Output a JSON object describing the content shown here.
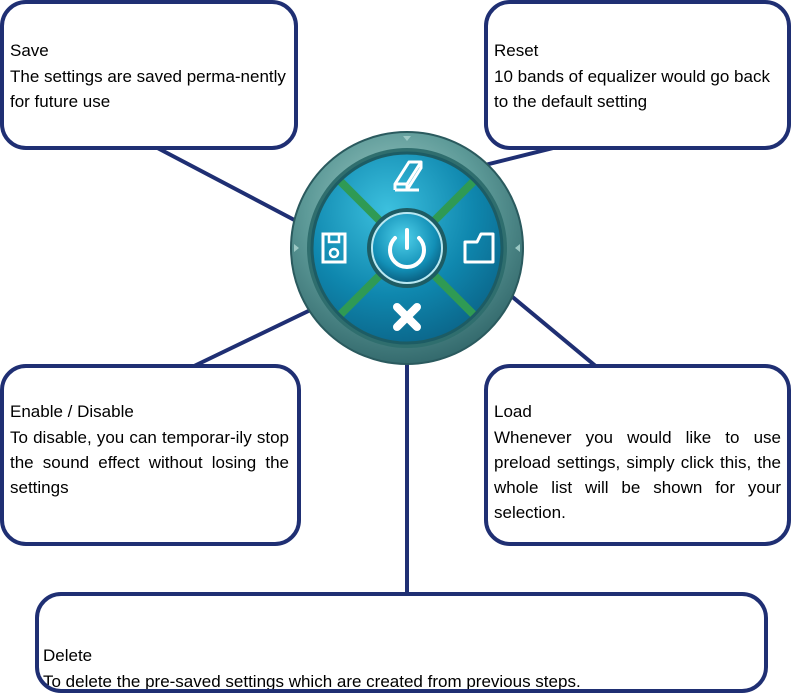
{
  "callouts": {
    "save": {
      "title": "Save",
      "description": "The settings are saved perma-nently for future use"
    },
    "reset": {
      "title": "Reset",
      "description": "10 bands of equalizer would go back to the default setting"
    },
    "enable_disable": {
      "title": "Enable / Disable",
      "description": "To disable, you can temporar-ily stop the sound effect without losing the settings"
    },
    "load": {
      "title": "Load",
      "description": "Whenever you would like to use preload settings, simply click this, the whole list will be shown for your selection."
    },
    "delete": {
      "title": "Delete",
      "description": "To delete the pre-saved settings which are created from previous steps."
    }
  },
  "control": {
    "top_icon": "eraser-icon",
    "left_icon": "floppy-disk-icon",
    "right_icon": "folder-icon",
    "bottom_icon": "close-x-icon",
    "center_icon": "power-icon"
  },
  "colors": {
    "callout_border": "#1f2f73",
    "connector": "#1f2f73",
    "ring_outer": "#5d9a98",
    "ring_dark": "#2d6266",
    "button_light": "#1ba3c7",
    "button_mid": "#0f87ae",
    "button_dark": "#0b6488",
    "separator": "#2f9a54",
    "icon": "#ffffff"
  }
}
